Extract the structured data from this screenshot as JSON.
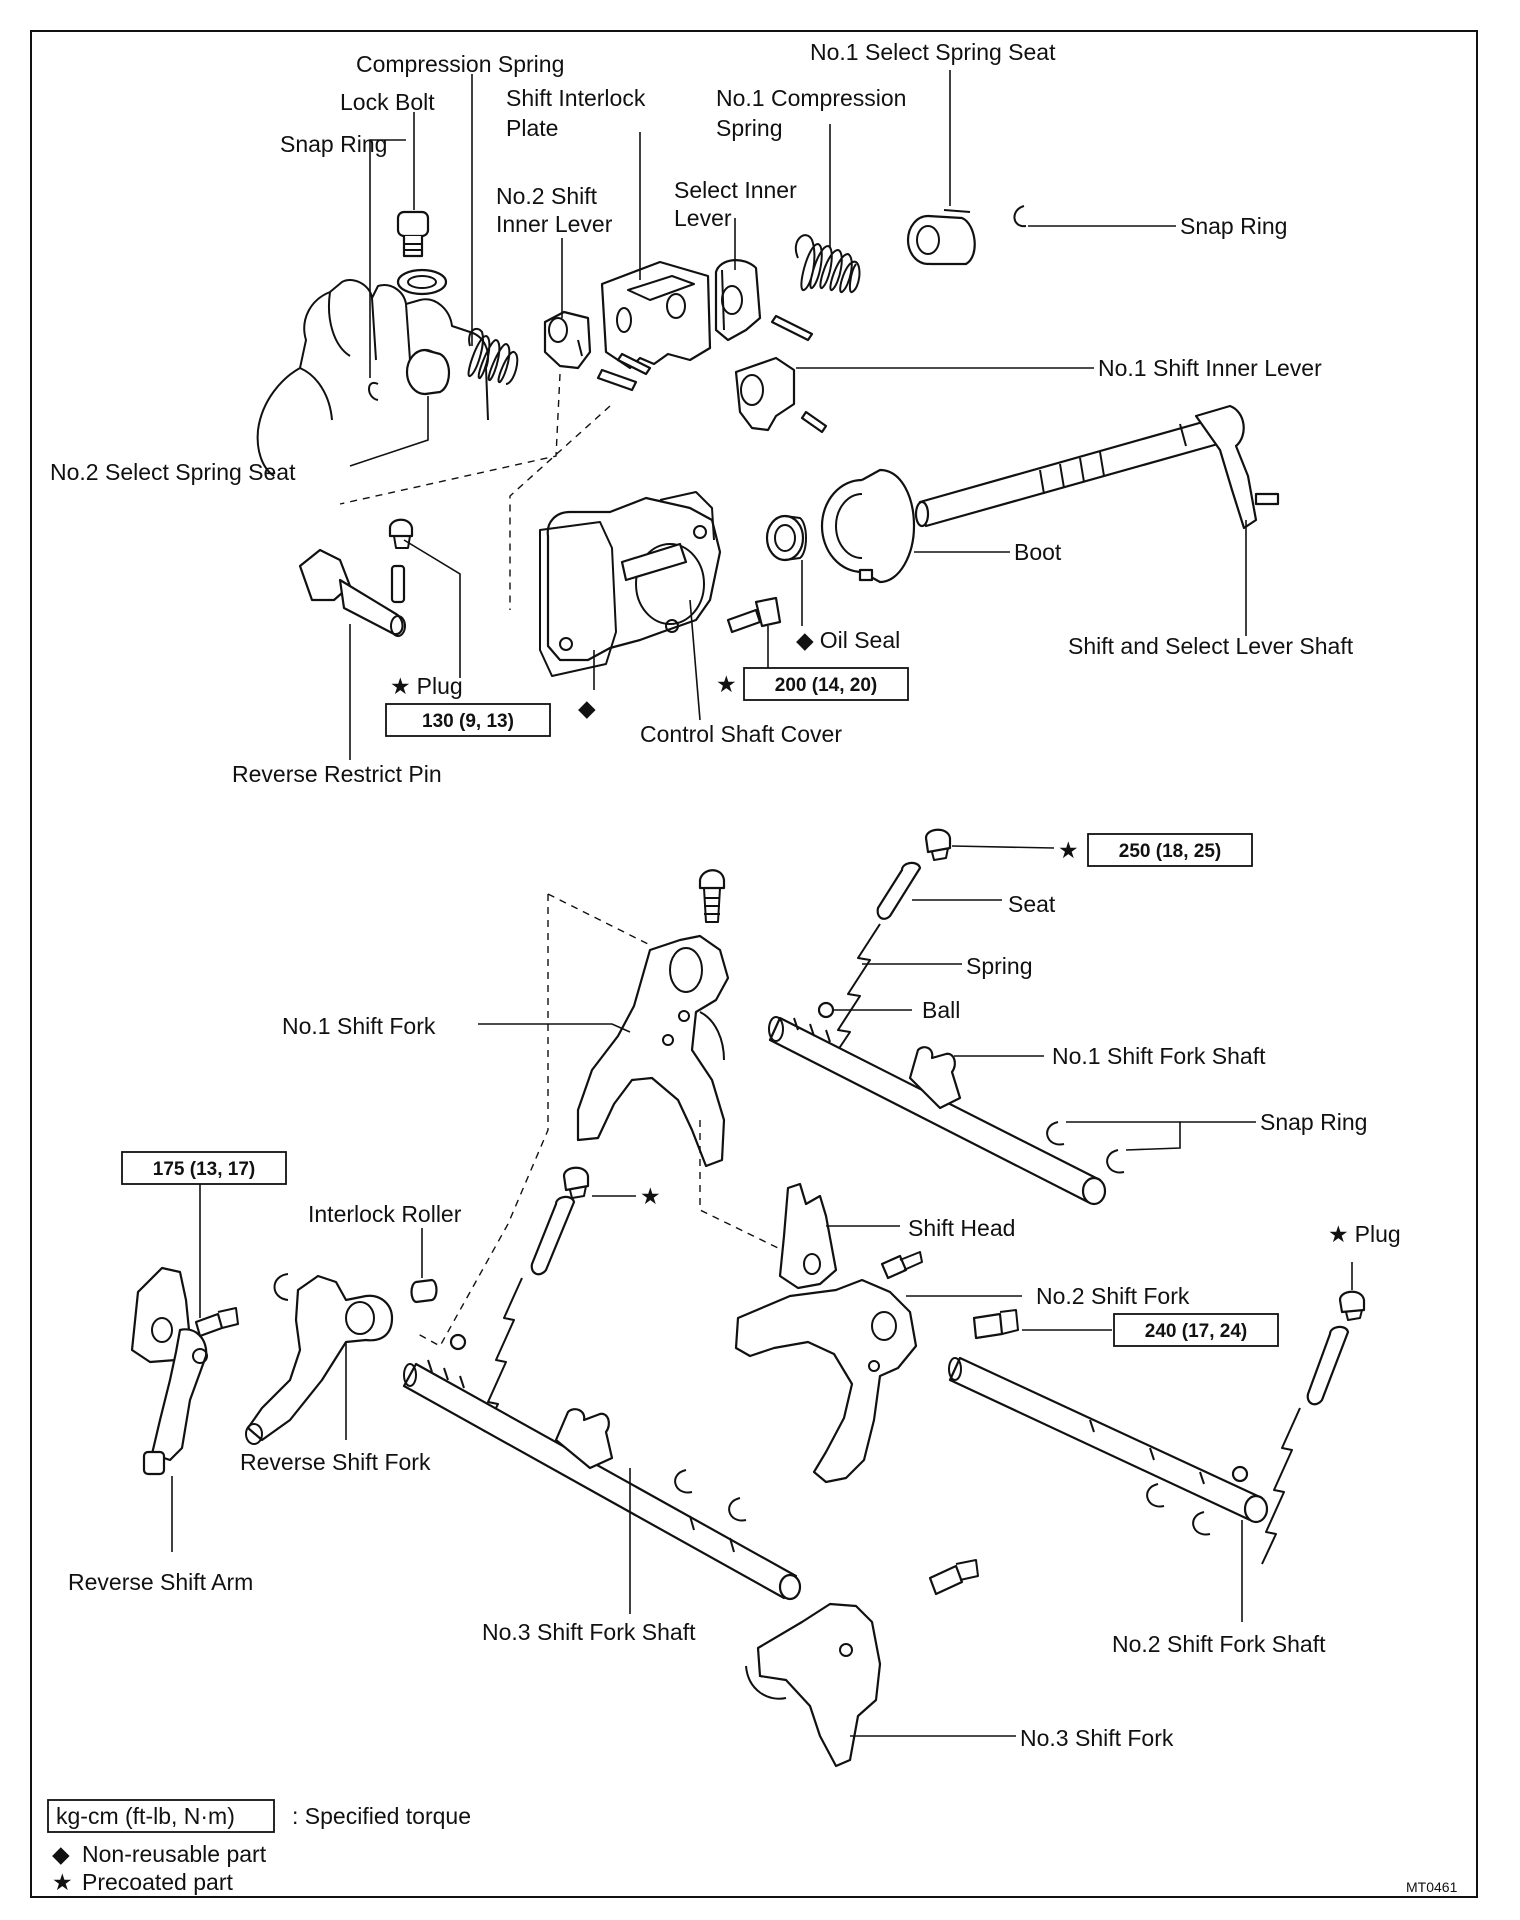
{
  "labels": {
    "compression_spring": "Compression Spring",
    "lock_bolt": "Lock Bolt",
    "snap_ring_top": "Snap Ring",
    "shift_interlock_plate_1": "Shift Interlock",
    "shift_interlock_plate_2": "Plate",
    "no2_shift_inner_lever_1": "No.2 Shift",
    "no2_shift_inner_lever_2": "Inner Lever",
    "no1_compression_spring_1": "No.1 Compression",
    "no1_compression_spring_2": "Spring",
    "no1_select_spring_seat": "No.1 Select Spring Seat",
    "select_inner_lever_1": "Select Inner",
    "select_inner_lever_2": "Lever",
    "snap_ring_right": "Snap Ring",
    "no1_shift_inner_lever": "No.1 Shift Inner Lever",
    "no2_select_spring_seat": "No.2 Select Spring Seat",
    "boot": "Boot",
    "plug_top": "Plug",
    "oil_seal": "Oil Seal",
    "shift_select_lever_shaft": "Shift and Select Lever Shaft",
    "control_shaft_cover": "Control Shaft Cover",
    "reverse_restrict_pin": "Reverse Restrict Pin",
    "seat": "Seat",
    "spring": "Spring",
    "ball": "Ball",
    "no1_shift_fork": "No.1 Shift Fork",
    "no1_shift_fork_shaft": "No.1 Shift Fork Shaft",
    "snap_ring_mid": "Snap Ring",
    "interlock_roller": "Interlock Roller",
    "shift_head": "Shift Head",
    "plug_right": "Plug",
    "no2_shift_fork": "No.2 Shift Fork",
    "reverse_shift_fork": "Reverse Shift Fork",
    "reverse_shift_arm": "Reverse Shift Arm",
    "no3_shift_fork_shaft": "No.3 Shift Fork Shaft",
    "no2_shift_fork_shaft": "No.2 Shift Fork Shaft",
    "no3_shift_fork": "No.3 Shift Fork"
  },
  "torques": {
    "plug_top": "130 (9, 13)",
    "cover_bolt": "200 (14, 20)",
    "detent_plug": "250 (18, 25)",
    "reverse_arm_bolt": "175 (13, 17)",
    "no2_fork_bolt": "240 (17, 24)"
  },
  "legend": {
    "torque_unit": "kg-cm (ft-lb, N·m)",
    "torque_desc": ": Specified torque",
    "non_reusable": "Non-reusable part",
    "precoated": "Precoated part"
  },
  "symbols": {
    "star": "★",
    "diamond": "◆"
  },
  "figure_code": "MT0461"
}
